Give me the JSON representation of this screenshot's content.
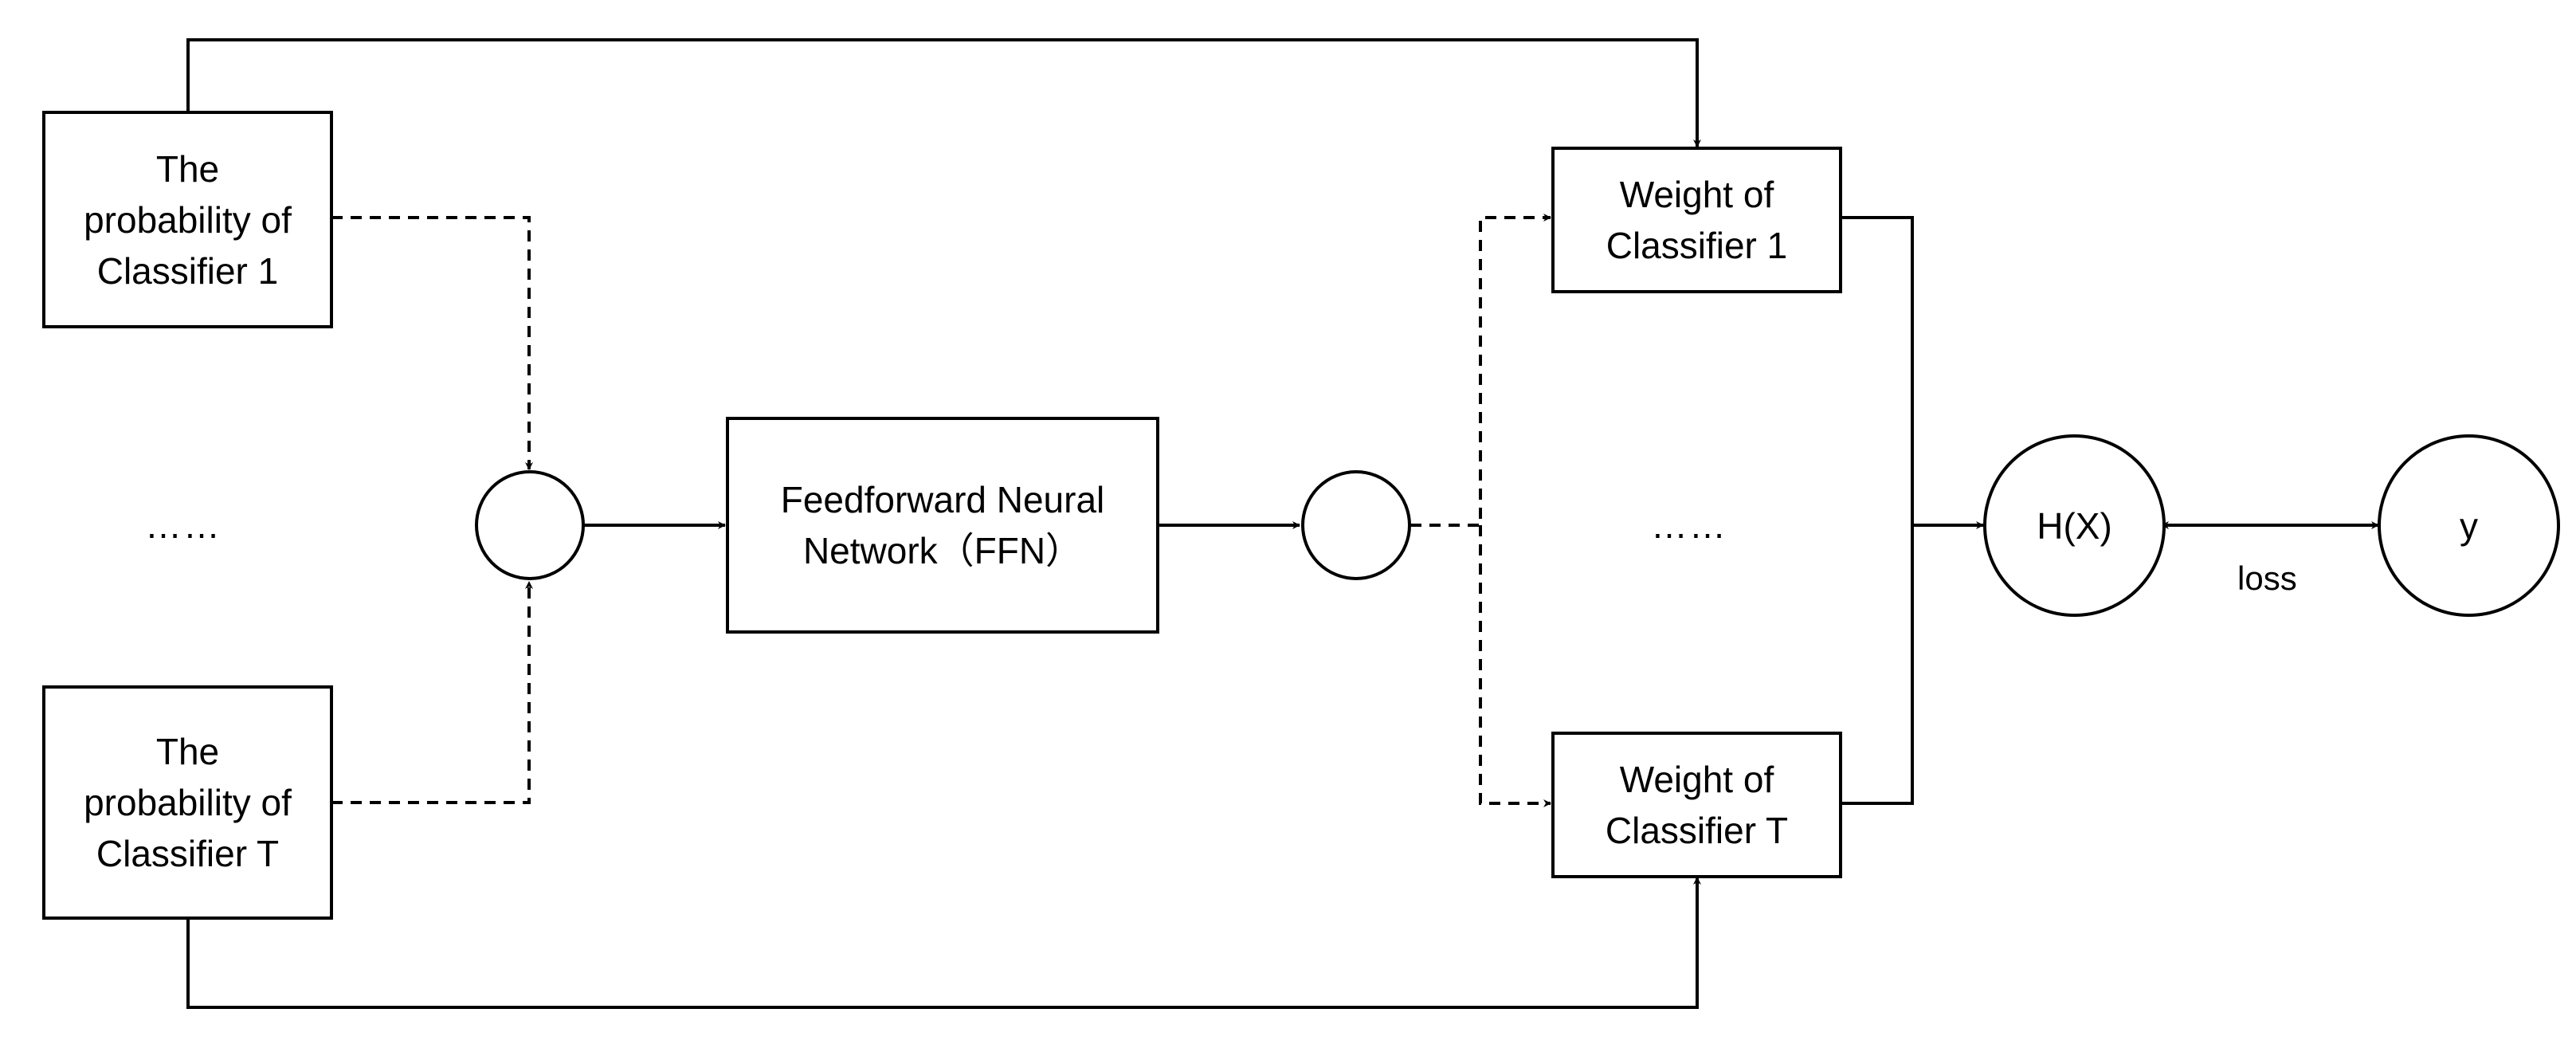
{
  "inputs": {
    "prob_1": "The\nprobability of\nClassifier 1",
    "ellipsis": "……",
    "prob_T": "The\nprobability of\nClassifier T"
  },
  "ffn": {
    "label": "Feedforward Neural\nNetwork（FFN）"
  },
  "weights": {
    "w1": "Weight of\nClassifier 1",
    "ellipsis": "……",
    "wT": "Weight of\nClassifier T"
  },
  "output": {
    "hx": "H(X)",
    "y": "y",
    "loss": "loss"
  },
  "colors": {
    "stroke": "#000000",
    "background": "#ffffff"
  }
}
